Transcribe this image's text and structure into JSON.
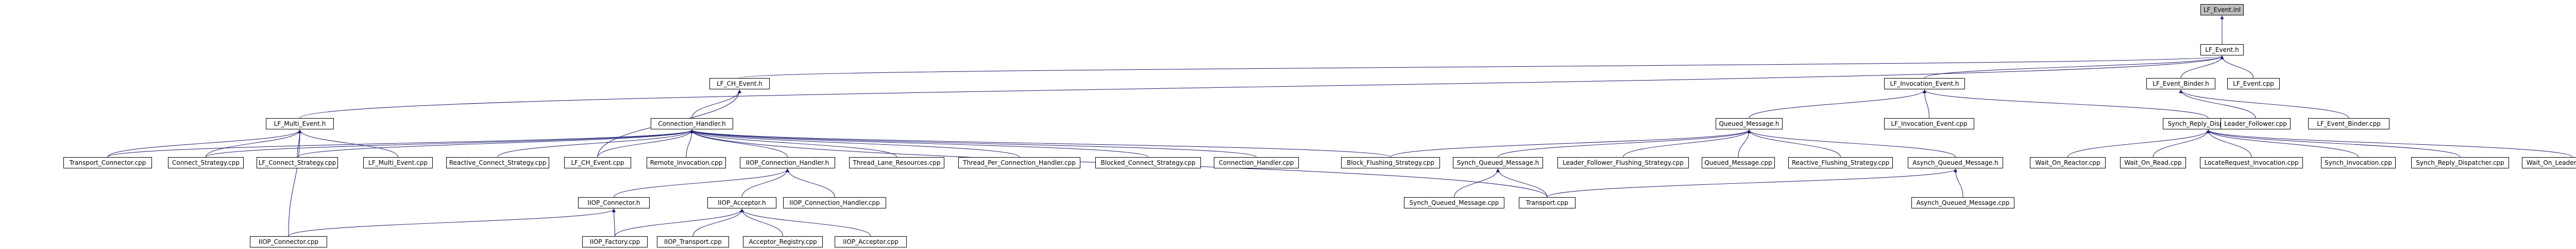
{
  "diagram": {
    "title": "LF_Event.inl include dependency graph",
    "edge_color": "#191970",
    "root_fill": "#bfbfbf",
    "nodes": [
      {
        "id": "lf_event_inl",
        "label": "LF_Event.inl"
      },
      {
        "id": "lf_event_h",
        "label": "LF_Event.h"
      },
      {
        "id": "lf_cf_event_h",
        "label": "LF_CH_Event.h"
      },
      {
        "id": "lf_invocation_event_h",
        "label": "LF_Invocation_Event.h"
      },
      {
        "id": "lf_event_binder_h",
        "label": "LF_Event_Binder.h"
      },
      {
        "id": "lf_event_cpp",
        "label": "LF_Event.cpp"
      },
      {
        "id": "lf_multi_event_h",
        "label": "LF_Multi_Event.h"
      },
      {
        "id": "connection_handler_h",
        "label": "Connection_Handler.h"
      },
      {
        "id": "queued_message_h",
        "label": "Queued_Message.h"
      },
      {
        "id": "lf_invocation_event_cpp",
        "label": "LF_Invocation_Event.cpp"
      },
      {
        "id": "synch_reply_dispatcher_h",
        "label": "Synch_Reply_Dispatcher.h"
      },
      {
        "id": "leader_follower_cpp",
        "label": "Leader_Follower.cpp"
      },
      {
        "id": "lf_event_binder_cpp",
        "label": "LF_Event_Binder.cpp"
      },
      {
        "id": "transport_connector_cpp",
        "label": "Transport_Connector.cpp"
      },
      {
        "id": "connect_strategy_cpp",
        "label": "Connect_Strategy.cpp"
      },
      {
        "id": "lf_connect_strategy_cpp",
        "label": "LF_Connect_Strategy.cpp"
      },
      {
        "id": "lf_multi_event_cpp",
        "label": "LF_Multi_Event.cpp"
      },
      {
        "id": "reactive_connect_strategy_cpp",
        "label": "Reactive_Connect_Strategy.cpp"
      },
      {
        "id": "lf_ch_event_cpp",
        "label": "LF_CH_Event.cpp"
      },
      {
        "id": "remote_invocation_cpp",
        "label": "Remote_Invocation.cpp"
      },
      {
        "id": "iiop_connection_handler_h",
        "label": "IIOP_Connection_Handler.h"
      },
      {
        "id": "thread_lane_resources_cpp",
        "label": "Thread_Lane_Resources.cpp"
      },
      {
        "id": "thread_per_connection_handler_cpp",
        "label": "Thread_Per_Connection_Handler.cpp"
      },
      {
        "id": "blocked_connect_strategy_cpp",
        "label": "Blocked_Connect_Strategy.cpp"
      },
      {
        "id": "connection_handler_cpp",
        "label": "Connection_Handler.cpp"
      },
      {
        "id": "block_flushing_strategy_cpp",
        "label": "Block_Flushing_Strategy.cpp"
      },
      {
        "id": "synch_queued_message_h",
        "label": "Synch_Queued_Message.h"
      },
      {
        "id": "leader_follower_flushing_strategy_cpp",
        "label": "Leader_Follower_Flushing_Strategy.cpp"
      },
      {
        "id": "queued_message_cpp",
        "label": "Queued_Message.cpp"
      },
      {
        "id": "reactive_flushing_strategy_cpp",
        "label": "Reactive_Flushing_Strategy.cpp"
      },
      {
        "id": "asynch_queued_message_h",
        "label": "Asynch_Queued_Message.h"
      },
      {
        "id": "wait_on_reactor_cpp",
        "label": "Wait_On_Reactor.cpp"
      },
      {
        "id": "wait_on_read_cpp",
        "label": "Wait_On_Read.cpp"
      },
      {
        "id": "localerequest_invocation_cpp",
        "label": "LocateRequest_Invocation.cpp"
      },
      {
        "id": "synch_invocation_cpp",
        "label": "Synch_Invocation.cpp"
      },
      {
        "id": "synch_reply_dispatcher_cpp",
        "label": "Synch_Reply_Dispatcher.cpp"
      },
      {
        "id": "wait_on_leader_follower_cpp",
        "label": "Wait_On_Leader_Follower.cpp"
      },
      {
        "id": "iiop_connector_h",
        "label": "IIOP_Connector.h"
      },
      {
        "id": "iiop_acceptor_h",
        "label": "IIOP_Acceptor.h"
      },
      {
        "id": "iiop_connection_handler_cpp",
        "label": "IIOP_Connection_Handler.cpp"
      },
      {
        "id": "synch_queued_message_cpp",
        "label": "Synch_Queued_Message.cpp"
      },
      {
        "id": "transport_cpp",
        "label": "Transport.cpp"
      },
      {
        "id": "asynch_queued_message_cpp",
        "label": "Asynch_Queued_Message.cpp"
      },
      {
        "id": "iiop_connector_cpp",
        "label": "IIOP_Connector.cpp"
      },
      {
        "id": "iiop_factory_cpp",
        "label": "IIOP_Factory.cpp"
      },
      {
        "id": "iiop_transport_cpp",
        "label": "IIOP_Transport.cpp"
      },
      {
        "id": "acceptor_registry_cpp",
        "label": "Acceptor_Registry.cpp"
      },
      {
        "id": "iiop_acceptor_cpp",
        "label": "IIOP_Acceptor.cpp"
      }
    ],
    "edges": [
      [
        "lf_event_h",
        "lf_event_inl"
      ],
      [
        "lf_cf_event_h",
        "lf_event_h"
      ],
      [
        "lf_invocation_event_h",
        "lf_event_h"
      ],
      [
        "lf_event_binder_h",
        "lf_event_h"
      ],
      [
        "lf_event_cpp",
        "lf_event_h"
      ],
      [
        "lf_multi_event_h",
        "lf_event_h"
      ],
      [
        "connection_handler_h",
        "lf_cf_event_h"
      ],
      [
        "lf_ch_event_cpp",
        "lf_cf_event_h"
      ],
      [
        "queued_message_h",
        "lf_invocation_event_h"
      ],
      [
        "lf_invocation_event_cpp",
        "lf_invocation_event_h"
      ],
      [
        "synch_reply_dispatcher_h",
        "lf_invocation_event_h"
      ],
      [
        "leader_follower_cpp",
        "lf_event_binder_h"
      ],
      [
        "lf_event_binder_cpp",
        "lf_event_binder_h"
      ],
      [
        "transport_connector_cpp",
        "lf_multi_event_h"
      ],
      [
        "connect_strategy_cpp",
        "lf_multi_event_h"
      ],
      [
        "lf_connect_strategy_cpp",
        "lf_multi_event_h"
      ],
      [
        "lf_multi_event_cpp",
        "lf_multi_event_h"
      ],
      [
        "iiop_connector_cpp",
        "lf_multi_event_h"
      ],
      [
        "transport_connector_cpp",
        "connection_handler_h"
      ],
      [
        "connect_strategy_cpp",
        "connection_handler_h"
      ],
      [
        "lf_connect_strategy_cpp",
        "connection_handler_h"
      ],
      [
        "reactive_connect_strategy_cpp",
        "connection_handler_h"
      ],
      [
        "lf_ch_event_cpp",
        "connection_handler_h"
      ],
      [
        "remote_invocation_cpp",
        "connection_handler_h"
      ],
      [
        "iiop_connection_handler_h",
        "connection_handler_h"
      ],
      [
        "thread_lane_resources_cpp",
        "connection_handler_h"
      ],
      [
        "thread_per_connection_handler_cpp",
        "connection_handler_h"
      ],
      [
        "blocked_connect_strategy_cpp",
        "connection_handler_h"
      ],
      [
        "connection_handler_cpp",
        "connection_handler_h"
      ],
      [
        "block_flushing_strategy_cpp",
        "connection_handler_h"
      ],
      [
        "transport_cpp",
        "connection_handler_h"
      ],
      [
        "iiop_connector_h",
        "iiop_connection_handler_h"
      ],
      [
        "iiop_acceptor_h",
        "iiop_connection_handler_h"
      ],
      [
        "iiop_connection_handler_cpp",
        "iiop_connection_handler_h"
      ],
      [
        "iiop_connector_cpp",
        "iiop_connector_h"
      ],
      [
        "iiop_factory_cpp",
        "iiop_connector_h"
      ],
      [
        "iiop_factory_cpp",
        "iiop_acceptor_h"
      ],
      [
        "iiop_transport_cpp",
        "iiop_acceptor_h"
      ],
      [
        "acceptor_registry_cpp",
        "iiop_acceptor_h"
      ],
      [
        "iiop_acceptor_cpp",
        "iiop_acceptor_h"
      ],
      [
        "block_flushing_strategy_cpp",
        "queued_message_h"
      ],
      [
        "synch_queued_message_h",
        "queued_message_h"
      ],
      [
        "leader_follower_flushing_strategy_cpp",
        "queued_message_h"
      ],
      [
        "queued_message_cpp",
        "queued_message_h"
      ],
      [
        "reactive_flushing_strategy_cpp",
        "queued_message_h"
      ],
      [
        "asynch_queued_message_h",
        "queued_message_h"
      ],
      [
        "synch_queued_message_cpp",
        "synch_queued_message_h"
      ],
      [
        "transport_cpp",
        "synch_queued_message_h"
      ],
      [
        "transport_cpp",
        "asynch_queued_message_h"
      ],
      [
        "asynch_queued_message_cpp",
        "asynch_queued_message_h"
      ],
      [
        "wait_on_reactor_cpp",
        "synch_reply_dispatcher_h"
      ],
      [
        "wait_on_read_cpp",
        "synch_reply_dispatcher_h"
      ],
      [
        "localerequest_invocation_cpp",
        "synch_reply_dispatcher_h"
      ],
      [
        "synch_invocation_cpp",
        "synch_reply_dispatcher_h"
      ],
      [
        "synch_reply_dispatcher_cpp",
        "synch_reply_dispatcher_h"
      ],
      [
        "wait_on_leader_follower_cpp",
        "synch_reply_dispatcher_h"
      ]
    ]
  }
}
